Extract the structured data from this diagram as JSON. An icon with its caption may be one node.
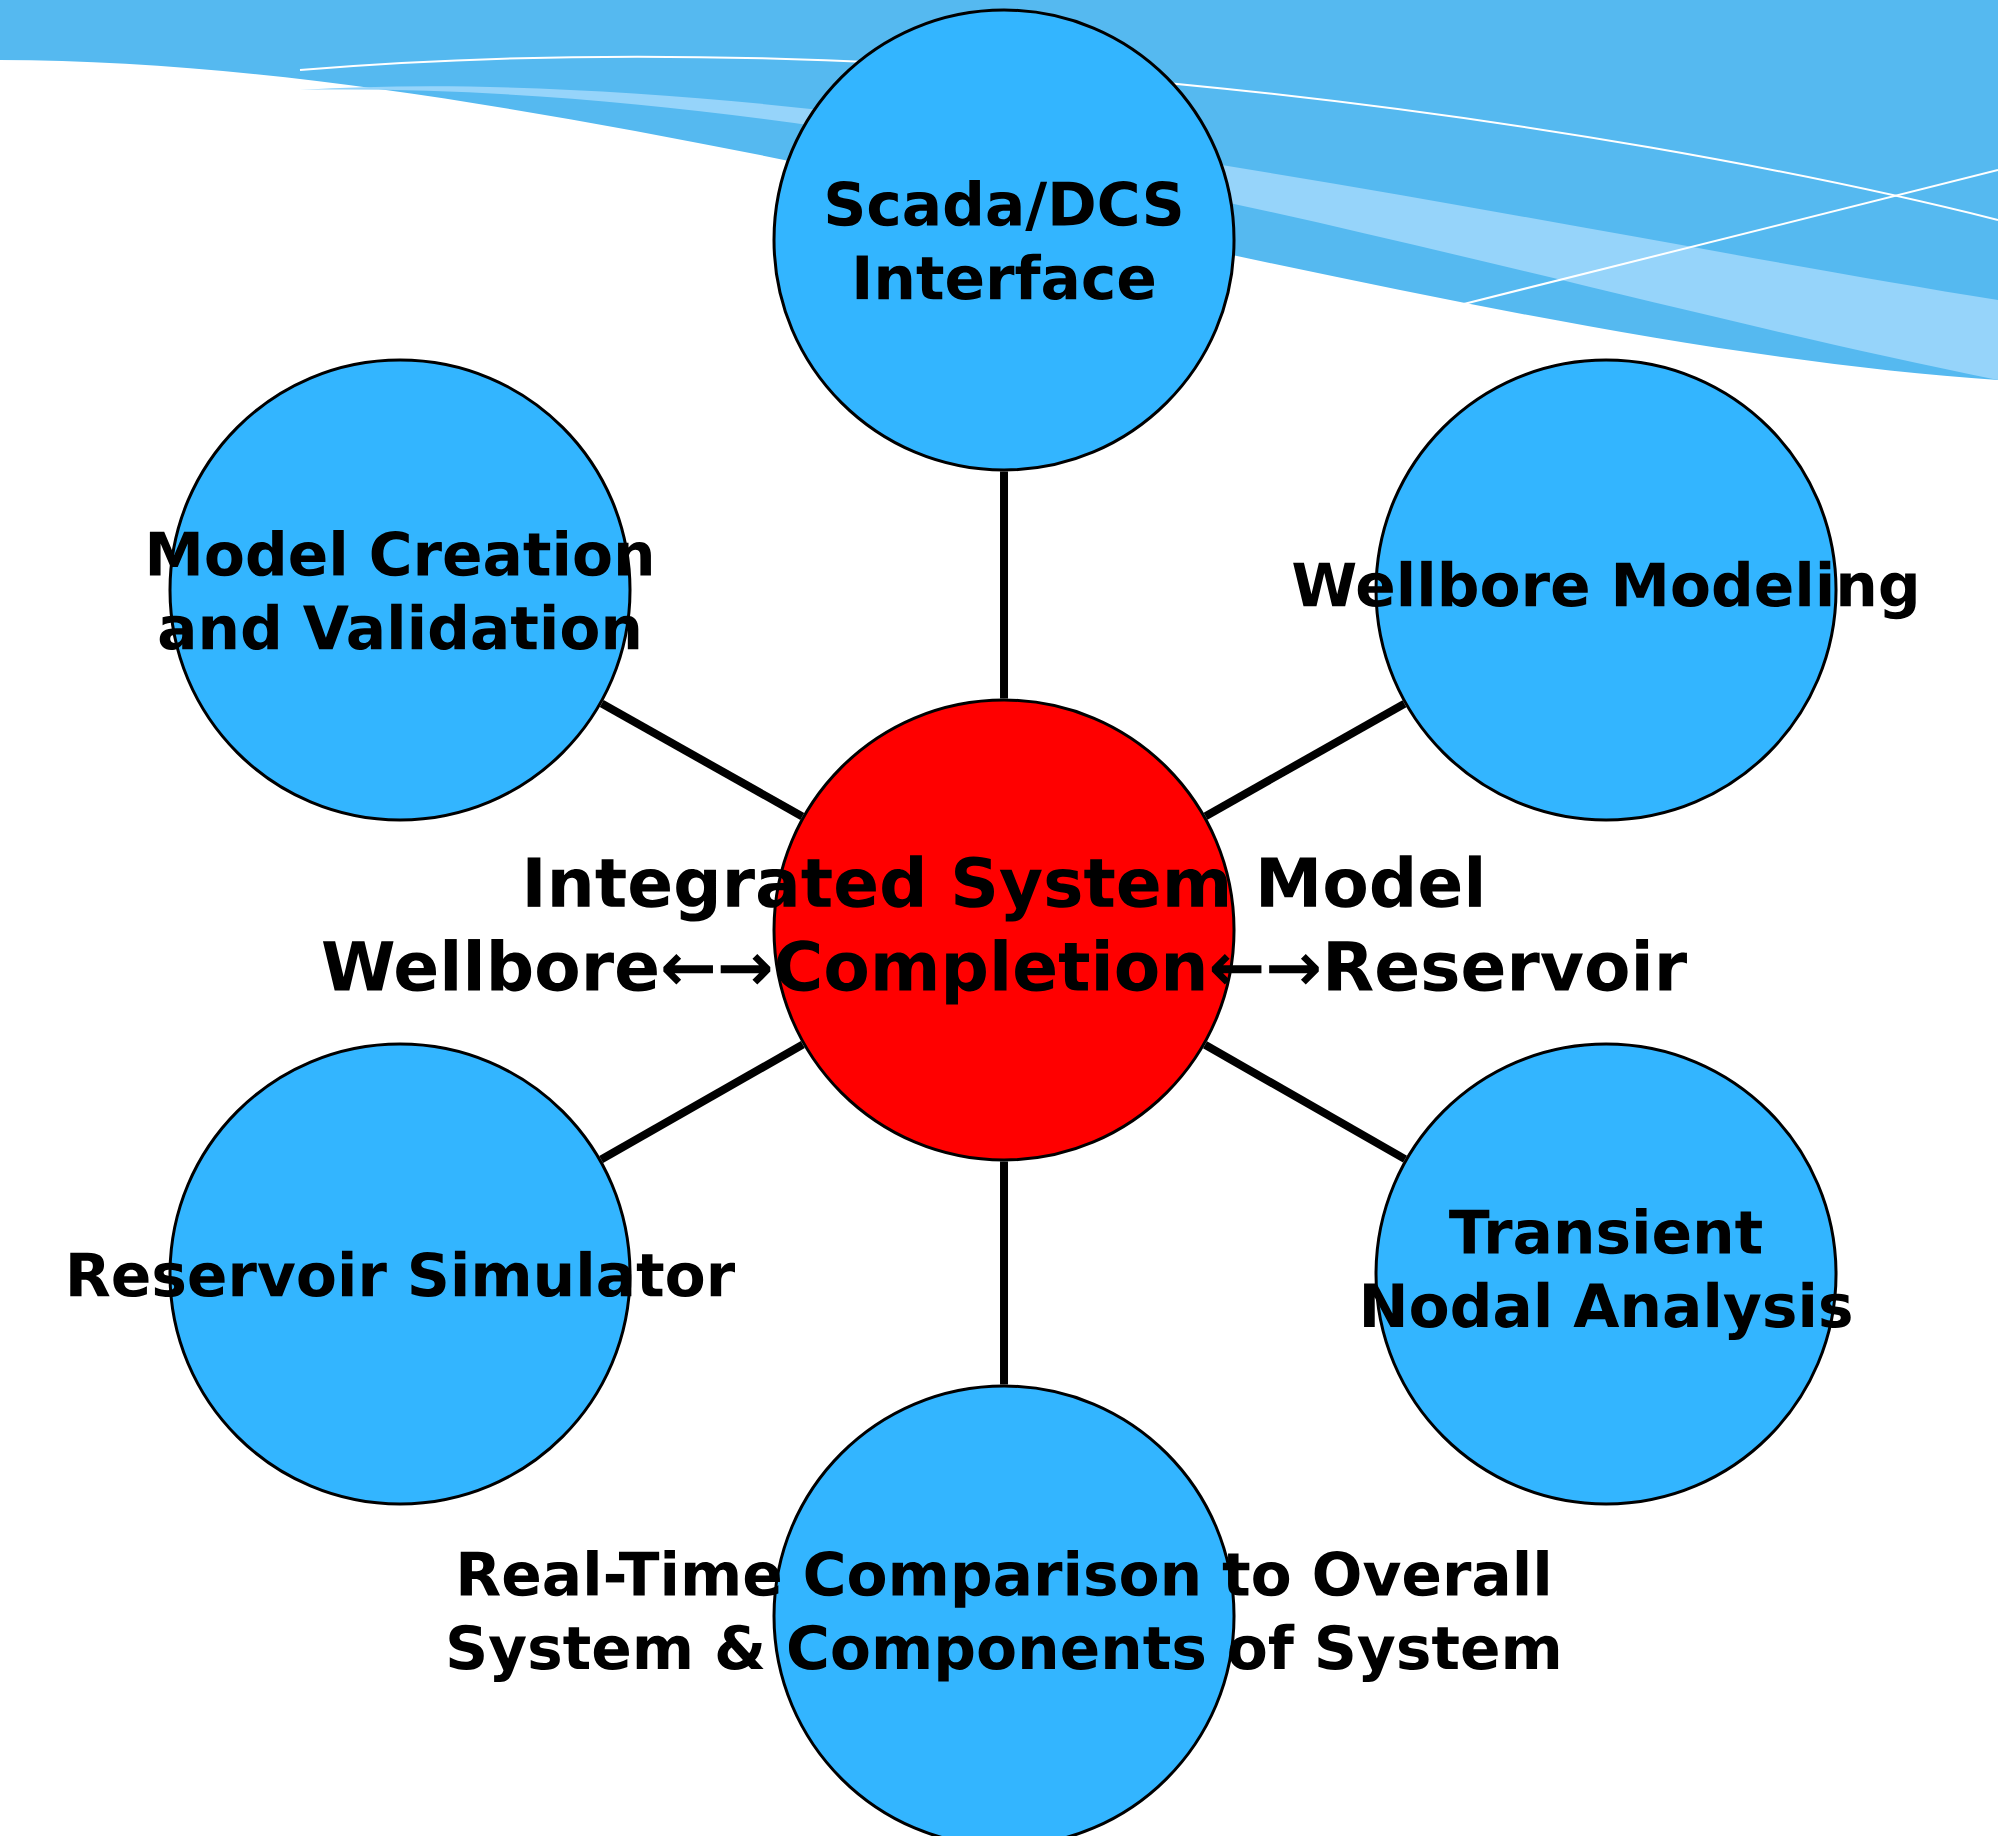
{
  "diagram": {
    "nodes": [
      {
        "text": [
          "Scada/DCS Interface"
        ]
      },
      {
        "text": [
          "Model Creation and Validation"
        ]
      },
      {
        "text": [
          "Wellbore Modeling"
        ]
      },
      {
        "text": [
          "Integrated System Model",
          "Wellbore←→Completion←→Reservoir"
        ]
      },
      {
        "text": [
          "Reservoir Simulator"
        ]
      },
      {
        "text": [
          "Transient Nodal Analysis"
        ]
      },
      {
        "text": [
          "Real-Time Comparison to Overall System & Components of System"
        ]
      }
    ],
    "edges": [
      {
        "from": 3,
        "to": 0,
        "arrow": "none"
      },
      {
        "from": 3,
        "to": 1,
        "arrow": "none"
      },
      {
        "from": 3,
        "to": 2,
        "arrow": "none"
      },
      {
        "from": 3,
        "to": 4,
        "arrow": "none"
      },
      {
        "from": 3,
        "to": 5,
        "arrow": "none"
      },
      {
        "from": 3,
        "to": 6,
        "arrow": "none"
      }
    ]
  }
}
